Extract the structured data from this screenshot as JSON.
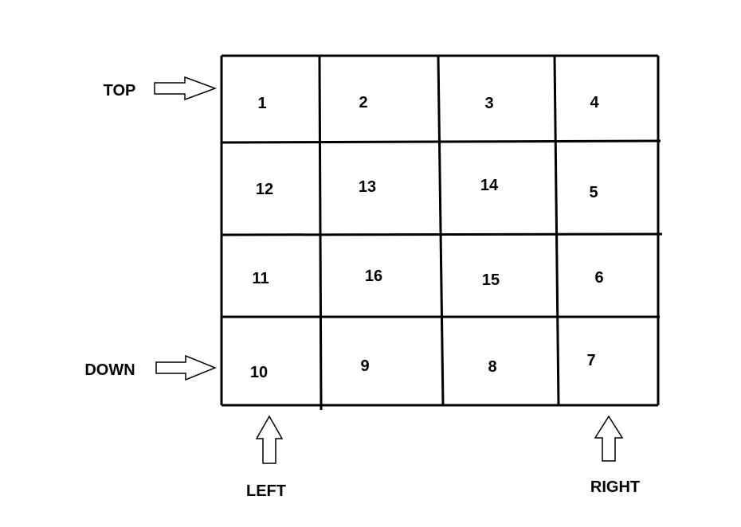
{
  "labels": {
    "top": "TOP",
    "down": "DOWN",
    "left": "LEFT",
    "right": "RIGHT"
  },
  "grid": {
    "rows": [
      [
        "1",
        "2",
        "3",
        "4"
      ],
      [
        "12",
        "13",
        "14",
        "5"
      ],
      [
        "11",
        "16",
        "15",
        "6"
      ],
      [
        "10",
        "9",
        "8",
        "7"
      ]
    ]
  },
  "colors": {
    "line": "#000000",
    "arrow_fill": "#ffffff"
  }
}
